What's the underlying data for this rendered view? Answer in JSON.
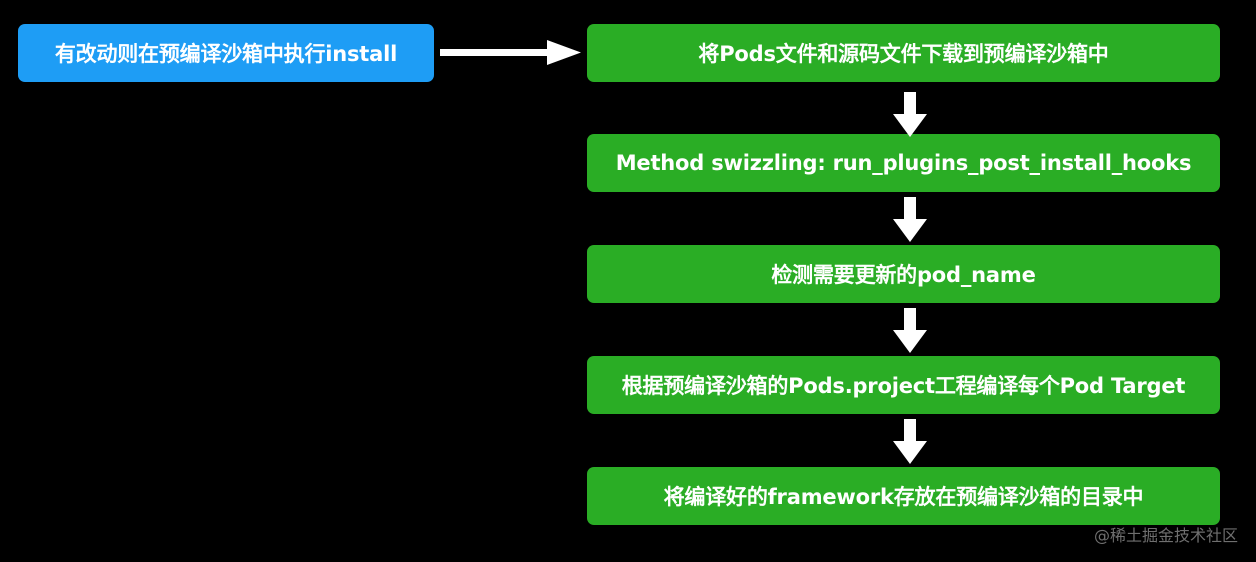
{
  "trigger": {
    "label": "有改动则在预编译沙箱中执行install",
    "color": "#1e9df5"
  },
  "steps": [
    {
      "label": "将Pods文件和源码文件下载到预编译沙箱中"
    },
    {
      "label": "Method swizzling: run_plugins_post_install_hooks"
    },
    {
      "label": "检测需要更新的pod_name"
    },
    {
      "label": "根据预编译沙箱的Pods.project工程编译每个Pod Target"
    },
    {
      "label": "将编译好的framework存放在预编译沙箱的目录中"
    }
  ],
  "step_color": "#2aad25",
  "arrow_color": "#ffffff",
  "watermark": "@稀土掘金技术社区"
}
